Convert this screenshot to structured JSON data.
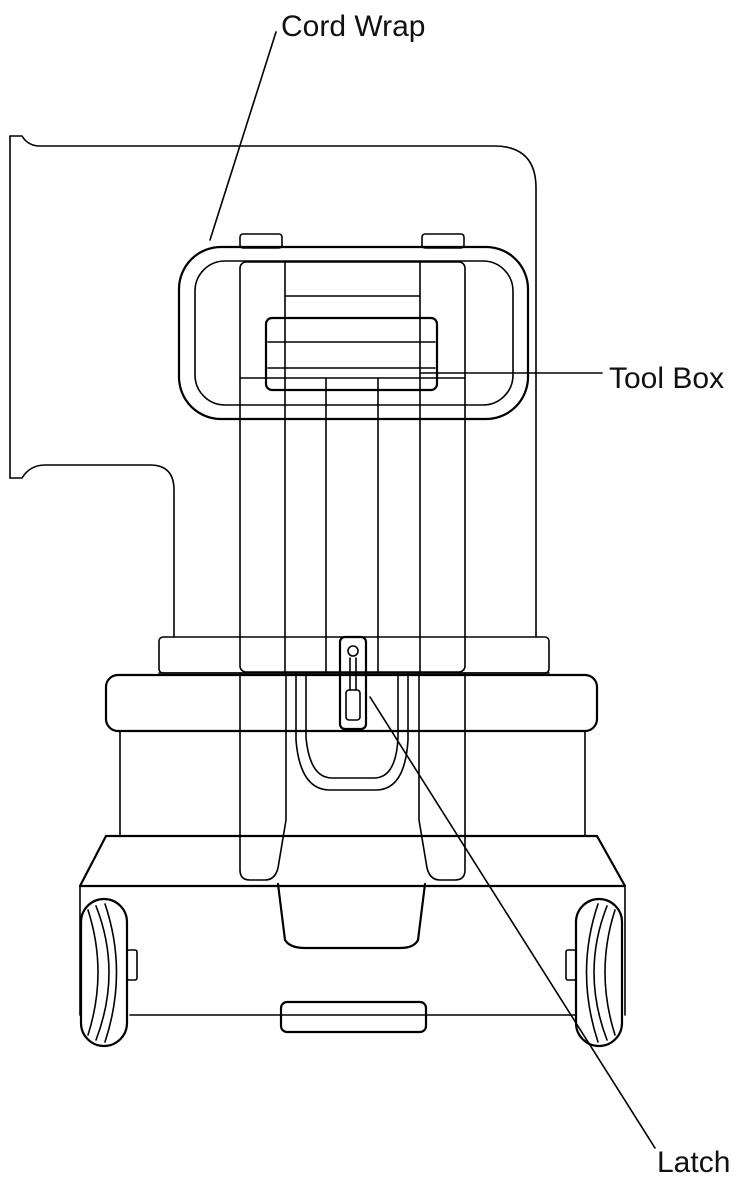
{
  "labels": {
    "cord_wrap": "Cord Wrap",
    "tool_box": "Tool Box",
    "latch": "Latch"
  },
  "colors": {
    "line": "#000000",
    "background": "#ffffff",
    "text": "#111111"
  }
}
